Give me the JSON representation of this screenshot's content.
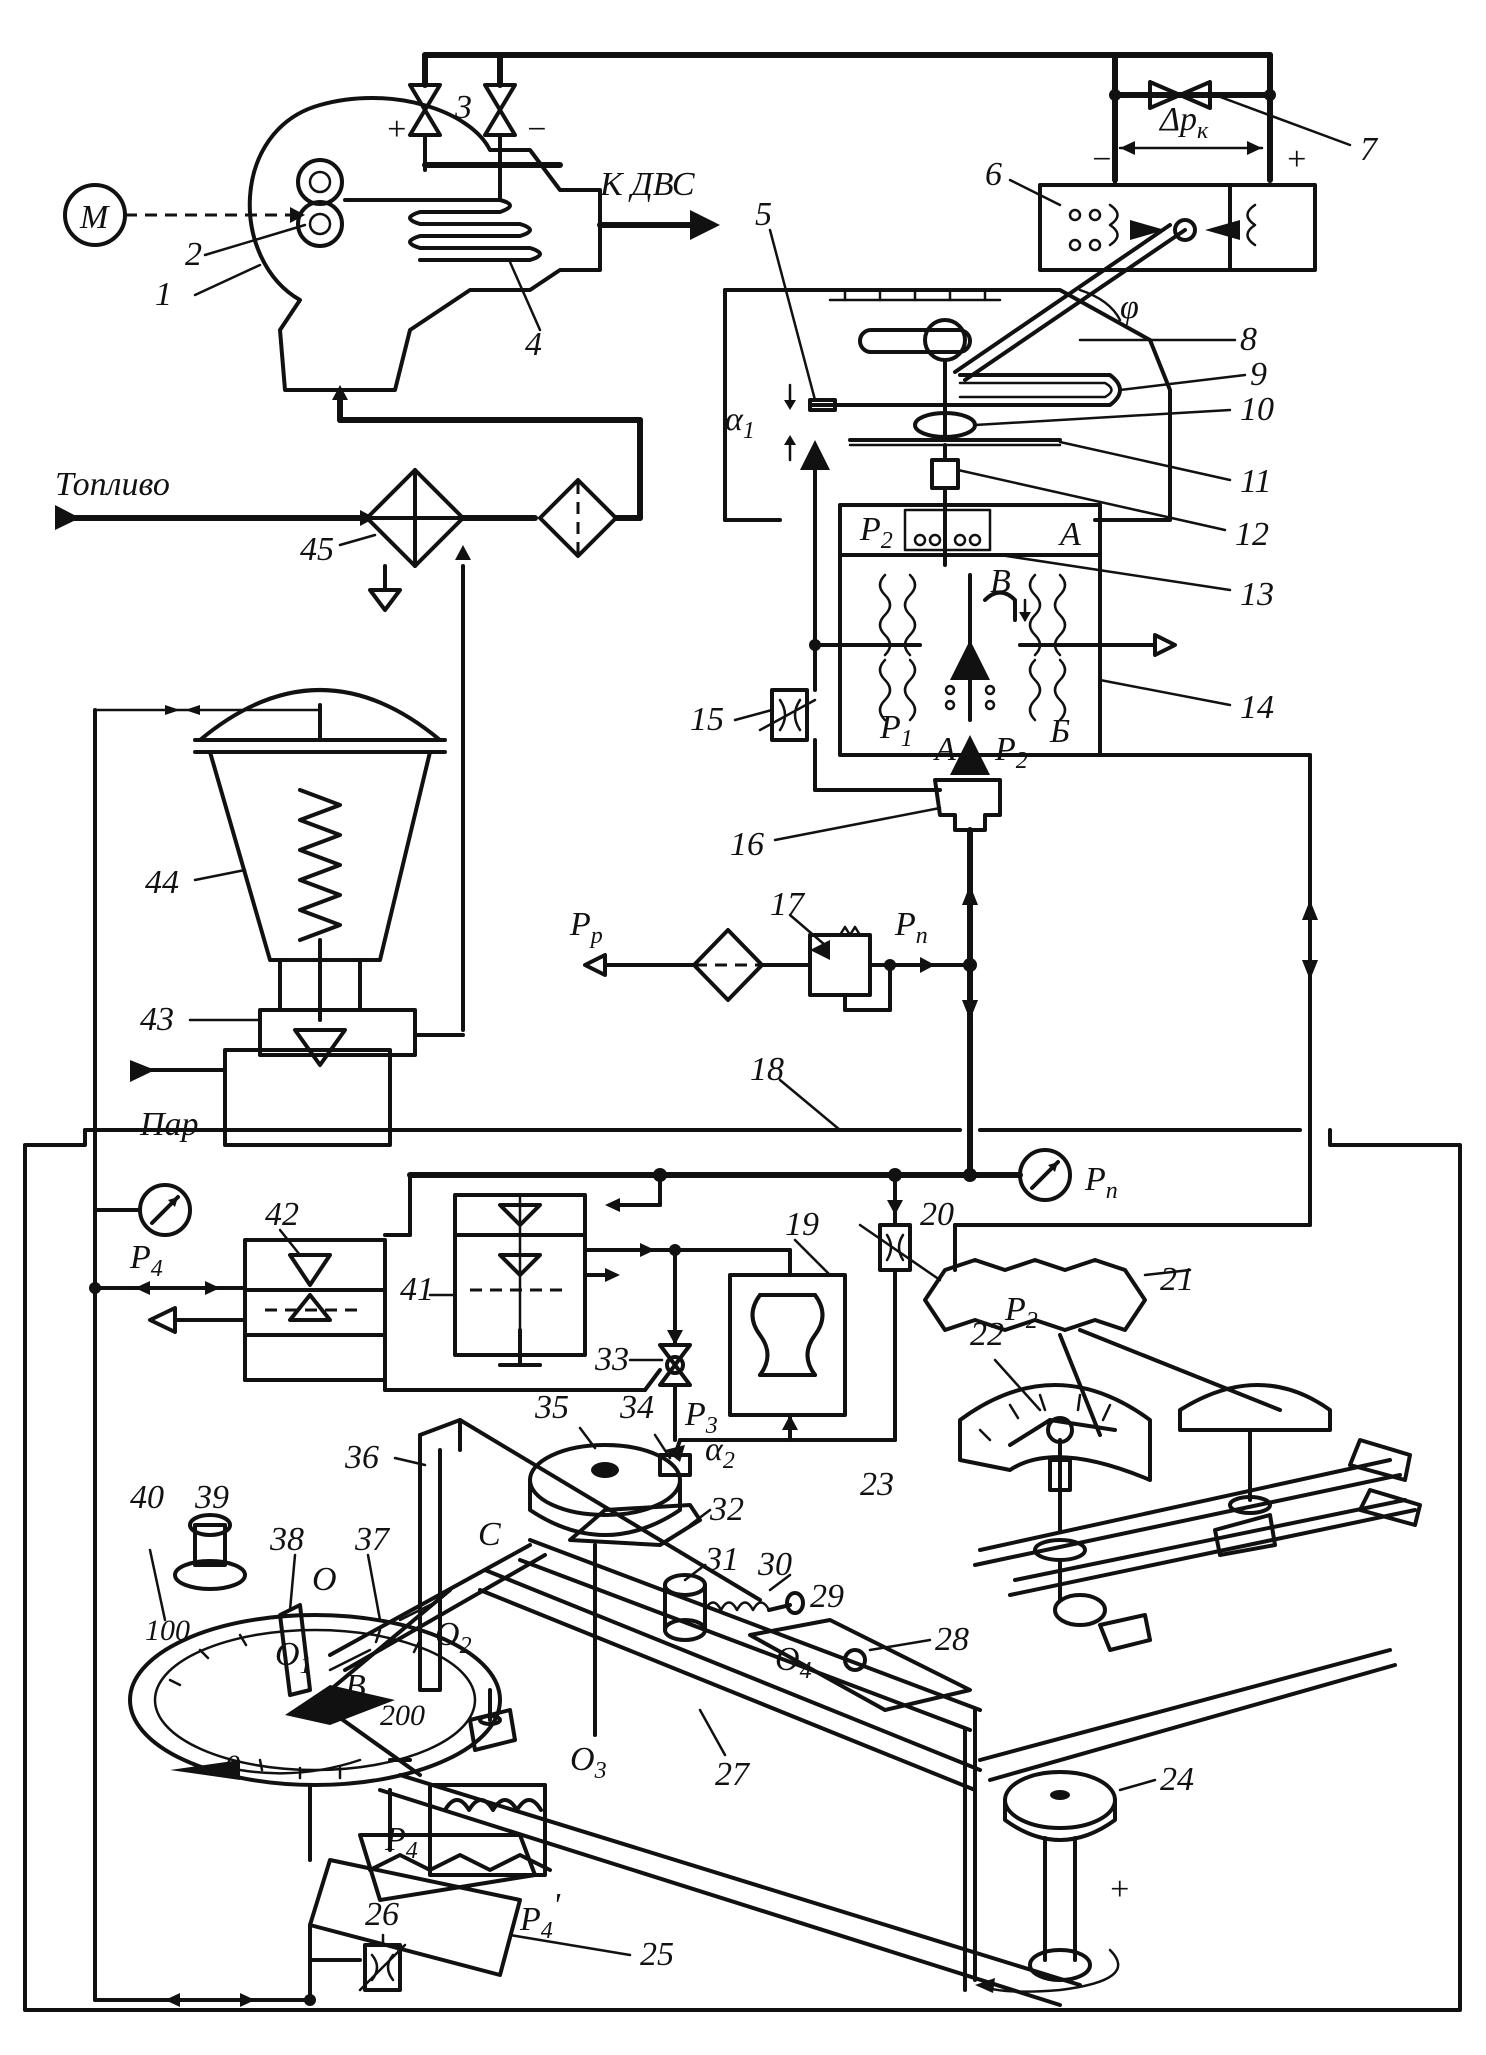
{
  "figure": {
    "external_labels": {
      "motor": "M",
      "engine_outlet": "К ДВС",
      "fuel": "Топливо",
      "steam": "Пар",
      "pressure_rp": "P",
      "pressure_rp_sub": "р",
      "pressure_pn_top": "P",
      "pressure_pn_top_sub": "п",
      "pressure_pn_gauge": "P",
      "pressure_pn_gauge_sub": "п",
      "p4_line": "P",
      "p4_line_sub": "4",
      "delta_pk": "Δp",
      "delta_pk_sub": "к",
      "plus_left": "+",
      "minus_left": "−",
      "minus_valve6": "−",
      "plus_valve6": "+",
      "phi": "φ",
      "alpha1": "α",
      "alpha1_sub": "1",
      "alpha2": "α",
      "alpha2_sub": "2",
      "p2_chamber": "P",
      "p2_chamber_sub": "2",
      "p1_chamber": "P",
      "p1_chamber_sub": "1",
      "p2_lower": "P",
      "p2_lower_sub": "2",
      "p2_bellows21": "P",
      "p2_bellows21_sub": "2",
      "p3": "P",
      "p3_sub": "3",
      "p4_bellows": "P",
      "p4_bellows_sub": "4",
      "p4_prime": "P",
      "p4_prime_sub": "4",
      "p4_prime_mark": "'",
      "chamber_A_top": "A",
      "chamber_A_bottom": "A",
      "chamber_B": "B",
      "chamber_Б": "Б",
      "point_C": "C",
      "point_O": "O",
      "point_O1": "O",
      "point_O1_sub": "1",
      "point_O2": "O",
      "point_O2_sub": "2",
      "point_O3": "O",
      "point_O3_sub": "3",
      "point_O4": "O",
      "point_O4_sub": "4",
      "point_B": "B",
      "scale_100": "100",
      "scale_200": "200",
      "scale_0": "0",
      "plus_bottom": "+"
    },
    "callouts": [
      "1",
      "2",
      "3",
      "4",
      "5",
      "6",
      "7",
      "8",
      "9",
      "10",
      "11",
      "12",
      "13",
      "14",
      "15",
      "16",
      "17",
      "18",
      "19",
      "20",
      "21",
      "22",
      "23",
      "24",
      "25",
      "26",
      "27",
      "28",
      "29",
      "30",
      "31",
      "32",
      "33",
      "34",
      "35",
      "36",
      "37",
      "38",
      "39",
      "40",
      "41",
      "42",
      "43",
      "44",
      "45"
    ]
  }
}
